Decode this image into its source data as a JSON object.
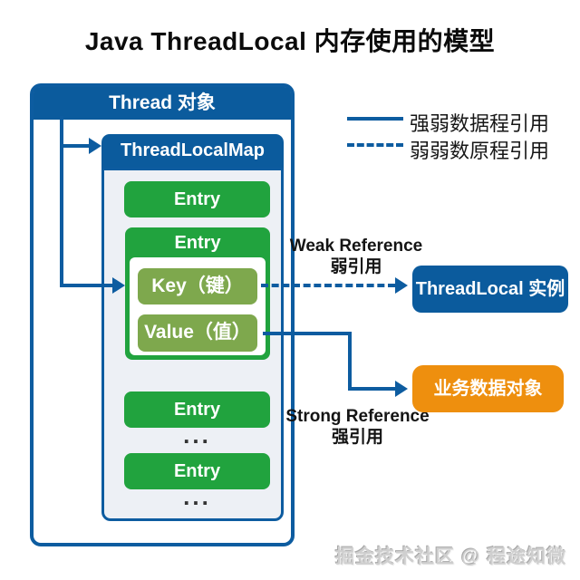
{
  "title": "Java ThreadLocal 内存使用的模型",
  "legend": {
    "solid_label": "强弱数据程引用",
    "dashed_label": "弱弱数原程引用"
  },
  "thread_box": {
    "header": "Thread 对象"
  },
  "map": {
    "header": "ThreadLocalMap",
    "entry_top": "Entry",
    "entry_compound": "Entry",
    "key": "Key（键）",
    "value": "Value（值）",
    "entry_third": "Entry",
    "ellipsis_1": "...",
    "entry_fourth": "Entry",
    "ellipsis_2": "..."
  },
  "annotations": {
    "weak_en": "Weak Reference",
    "weak_zh": "弱引用",
    "strong_en": "Strong Reference",
    "strong_zh": "强引用"
  },
  "nodes": {
    "threadlocal_instance": "ThreadLocal 实例",
    "business_object": "业务数据对象"
  },
  "watermark": "掘金技术社区 @ 程途知微",
  "colors": {
    "blue": "#0d5ca0",
    "header_blue": "#0b5b9d",
    "green": "#21a33e",
    "olive": "#7ea84d",
    "orange": "#ee8f0e",
    "container_bg": "#edf0f5"
  }
}
